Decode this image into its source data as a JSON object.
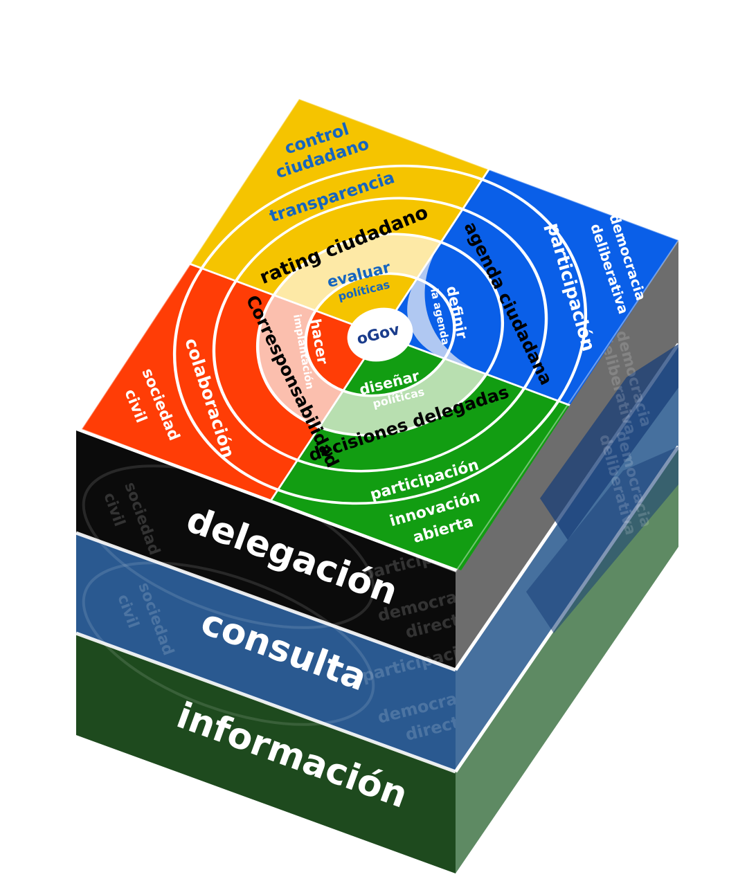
{
  "center": {
    "label": "oGov"
  },
  "quadrants": {
    "top": {
      "color": "#f5c400",
      "light": "#fde9a6",
      "outer": [
        "control",
        "ciudadano"
      ],
      "middle": "transparencia",
      "inner": "rating ciudadano",
      "core": [
        "evaluar",
        "políticas"
      ]
    },
    "right": {
      "color": "#0a5fe8",
      "light": "#b0c8f2",
      "outer": [
        "democracia",
        "deliberativa"
      ],
      "middle": "participación",
      "inner": "agenda ciudadana",
      "core": [
        "definir",
        "la agenda"
      ]
    },
    "bottom": {
      "color": "#129d12",
      "light": "#b8dfb0",
      "outer": [
        "innovación",
        "abierta"
      ],
      "middle": "participación",
      "inner": "decisiones delegadas",
      "core": [
        "diseñar",
        "políticas"
      ]
    },
    "left": {
      "color": "#ff3d06",
      "light": "#fbbfae",
      "outer": [
        "sociedad",
        "civil"
      ],
      "middle": "colaboración",
      "inner": "Corresponsabilidad",
      "core": [
        "hacer",
        "implantación"
      ]
    }
  },
  "layers": [
    {
      "label": "delegación",
      "color": "#0b0b0b"
    },
    {
      "label": "consulta",
      "color": "#1f4b83"
    },
    {
      "label": "información",
      "color": "#1e4a1e"
    }
  ],
  "ghost_labels": {
    "participacion": "participación",
    "democracia": "democracia",
    "directa": "directa"
  }
}
